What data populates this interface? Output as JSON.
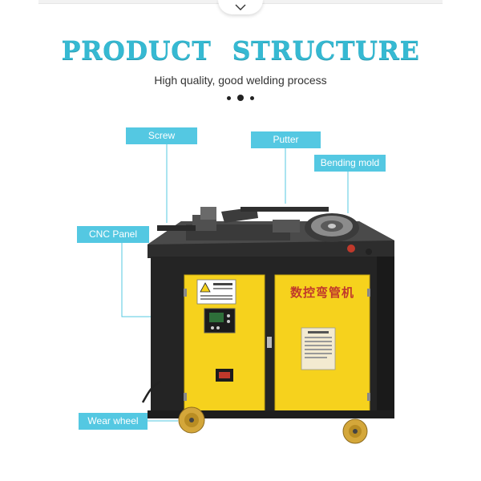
{
  "header": {
    "title_word1": "PRODUCT",
    "title_word2": "STRUCTURE",
    "subtitle": "High quality, good welding process",
    "collapse_icon": "chevron-down-icon"
  },
  "machine": {
    "front_label": "数控弯管机"
  },
  "callouts": {
    "screw": "Screw",
    "putter": "Putter",
    "bending_mold": "Bending mold",
    "cnc_panel": "CNC Panel",
    "wear_wheel": "Wear wheel"
  },
  "colors": {
    "title": "#36b9d2",
    "callout_bg": "#54c8e2",
    "cabinet_yellow": "#f6d21d",
    "frame_black": "#242424"
  }
}
